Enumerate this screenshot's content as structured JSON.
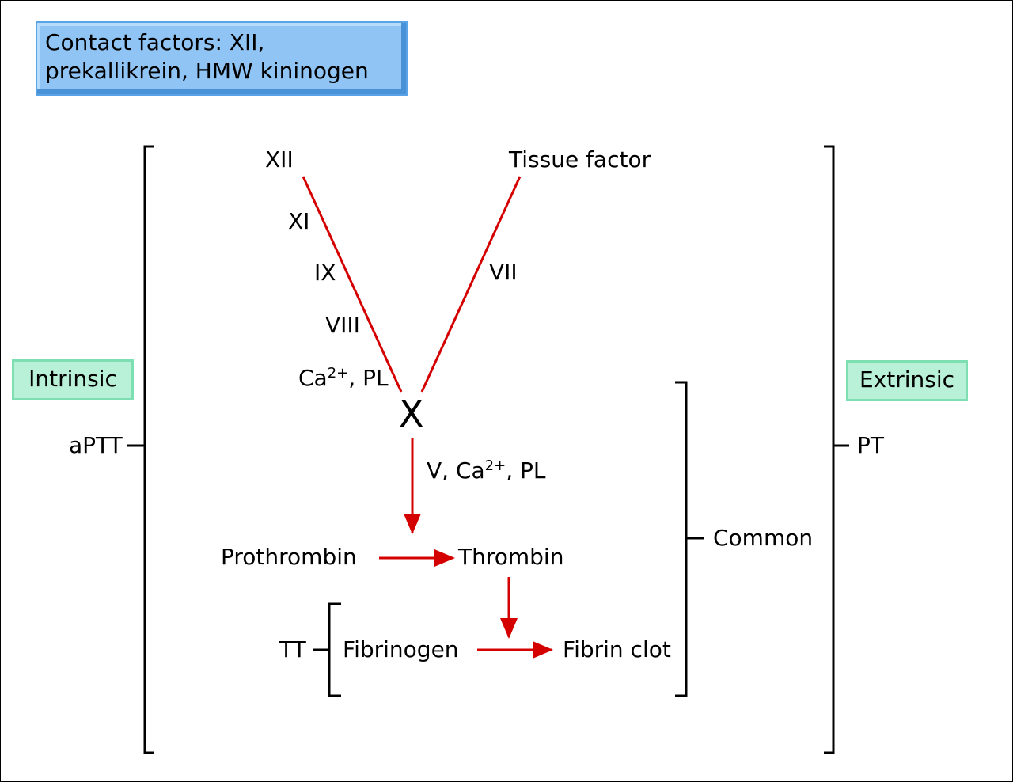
{
  "contact_box": {
    "line1": "Contact factors: XII,",
    "line2": "prekallikrein, HMW kininogen"
  },
  "intrinsic_label": "Intrinsic",
  "extrinsic_label": "Extrinsic",
  "aptt_label": "aPTT",
  "pt_label": "PT",
  "tt_label": "TT",
  "common_label": "Common",
  "intrinsic_path": {
    "start": "XII",
    "factors": [
      "XI",
      "IX",
      "VIII"
    ],
    "cofactor_prefix": "Ca",
    "cofactor_sup": "2+",
    "cofactor_suffix": ", PL"
  },
  "extrinsic_path": {
    "start": "Tissue factor",
    "factor": "VII"
  },
  "factor_x": "X",
  "x_cofactor": {
    "prefix": "V, Ca",
    "sup": "2+",
    "suffix": ", PL"
  },
  "prothrombin": "Prothrombin",
  "thrombin": "Thrombin",
  "fibrinogen": "Fibrinogen",
  "fibrin_clot": "Fibrin clot",
  "colors": {
    "arrow": "#d40000",
    "contact_box_fill": "#8fc4f5",
    "green_box_fill": "#b8f0d8",
    "green_box_border": "#7ee0b2"
  }
}
